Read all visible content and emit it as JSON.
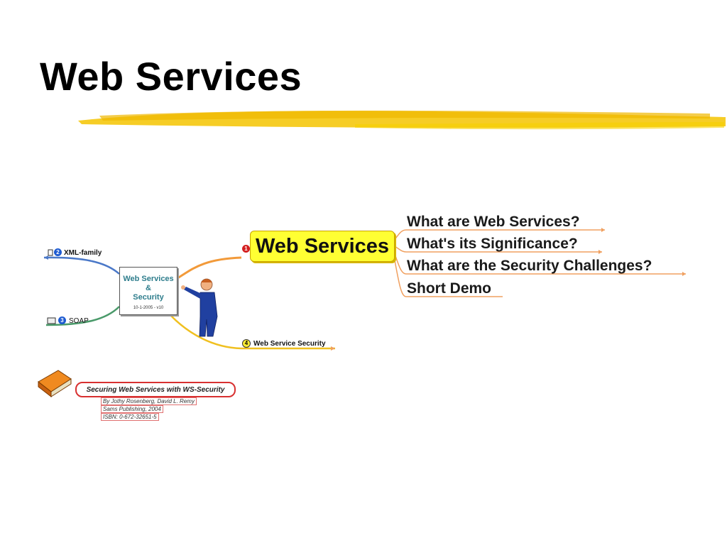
{
  "slide": {
    "title": "Web Services"
  },
  "mindmap": {
    "center": {
      "line1": "Web Services",
      "line2": "&",
      "line3": "Security",
      "date": "10-1-2005 - v10"
    },
    "main_topic": {
      "number": "1",
      "label": "Web Services"
    },
    "branches": [
      "What are Web Services?",
      "What's its Significance?",
      "What are the Security Challenges?",
      "Short Demo"
    ],
    "side_topics": [
      {
        "number": "2",
        "label": "XML-family"
      },
      {
        "number": "3",
        "label": "SOAP"
      },
      {
        "number": "4",
        "label": "Web Service Security"
      }
    ]
  },
  "reference": {
    "title": "Securing Web Services with WS-Security",
    "authors": "By Jothy Rosenberg, David L. Remy",
    "publisher": "Sams Publishing, 2004",
    "isbn": "ISBN: 0-672-32651-5"
  },
  "colors": {
    "highlight": "#f5c400",
    "topic_fill": "#ffff33",
    "center_text": "#2e7d8c",
    "badge_red": "#d42020",
    "badge_blue": "#1e5bd1",
    "book_border": "#d83030"
  }
}
